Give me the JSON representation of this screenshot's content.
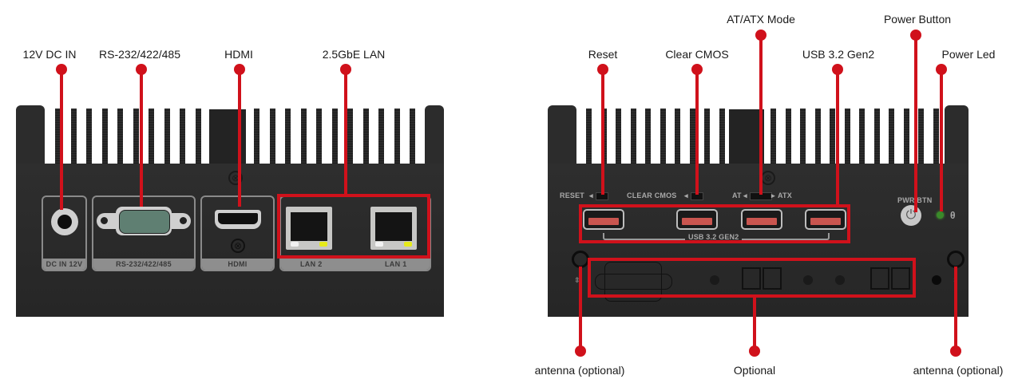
{
  "left_view": {
    "callouts": [
      {
        "id": "dc-in",
        "label": "12V DC IN"
      },
      {
        "id": "serial",
        "label": "RS-232/422/485"
      },
      {
        "id": "hdmi",
        "label": "HDMI"
      },
      {
        "id": "lan",
        "label": "2.5GbE LAN"
      }
    ],
    "silkscreen": {
      "dc_in": "DC IN 12V",
      "serial": "RS-232/422/485",
      "hdmi": "HDMI",
      "lan2": "LAN 2",
      "lan1": "LAN 1"
    }
  },
  "right_view": {
    "callouts_top": [
      {
        "id": "reset",
        "label": "Reset"
      },
      {
        "id": "clear-cmos",
        "label": "Clear CMOS"
      },
      {
        "id": "at-atx",
        "label": "AT/ATX Mode"
      },
      {
        "id": "usb",
        "label": "USB 3.2 Gen2"
      },
      {
        "id": "power-button",
        "label": "Power Button"
      },
      {
        "id": "power-led",
        "label": "Power Led"
      }
    ],
    "callouts_bottom": [
      {
        "id": "antenna-left",
        "label": "antenna (optional)"
      },
      {
        "id": "optional",
        "label": "Optional"
      },
      {
        "id": "antenna-right",
        "label": "antenna (optional)"
      }
    ],
    "silkscreen": {
      "reset": "RESET",
      "clear_cmos": "CLEAR CMOS",
      "at": "AT",
      "atx": "ATX",
      "usb": "USB 3.2 GEN2",
      "pwr_btn": "PWR BTN"
    },
    "usb_port_count": 4
  },
  "colors": {
    "callout": "#d0111b",
    "chassis": "#2a2a2a",
    "usb_accent": "#c9554f",
    "led": "#3a8a2a",
    "lan_led_activity": "#e6ea1a"
  },
  "icons": {
    "power": "⏻",
    "screw": "⊗",
    "hdd": "θ"
  }
}
